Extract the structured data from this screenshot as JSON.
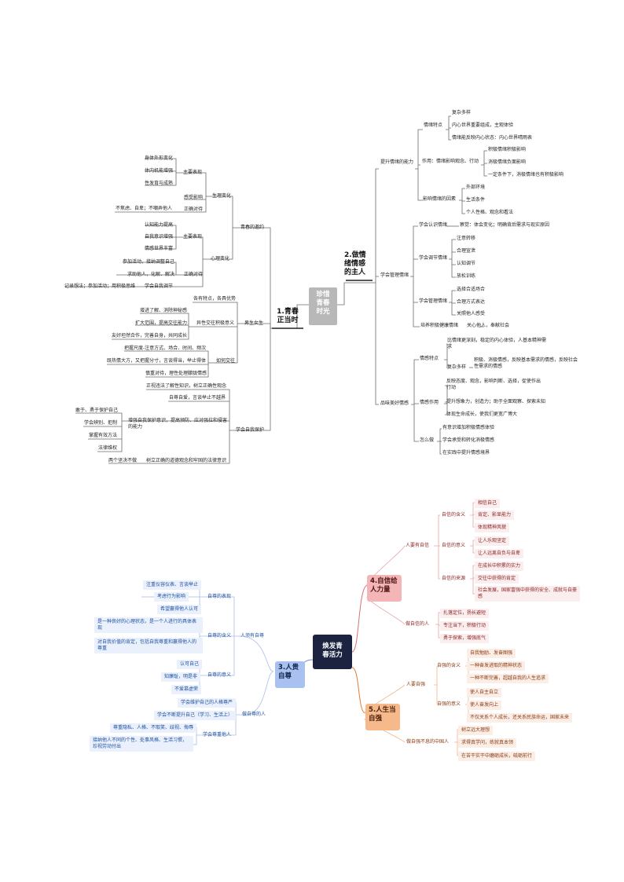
{
  "m1": {
    "center": "珍惜\n青春\n时光",
    "unit1": "1.青春\n正当时",
    "unit2": "2.做情\n绪情感\n的主人",
    "u1": {
      "b1": "青春的邀约",
      "b1a": "生理变化",
      "b1a1": "主要表现",
      "b1a1i": [
        "身体外形变化",
        "体内机能增强",
        "性发育与成熟"
      ],
      "b1a2": "感受影响",
      "b1a3": "正确对待",
      "b1a3i": "不焦虑、自卑；不嘲弄他人",
      "b1b": "心理变化",
      "b1b1": "主要表现",
      "b1b1i": [
        "认知能力提高",
        "自我意识增强",
        "情感世界丰富"
      ],
      "b1b2": "正确对待",
      "b1b2i": [
        "参加活动，接纳调整自己",
        "求助他人，化解、解决"
      ],
      "b1b3": "学会自我调节",
      "b1b3i": "记录想法；参加活动；用积极思维",
      "b2": "男生女生",
      "b2a": "各有特点，各具优势",
      "b2b": "异性交往积极意义",
      "b2bi": [
        "增进了解、消除神秘感",
        "扩大范围，提高交往能力",
        "友好坦然合作，完善自身，共同成长"
      ],
      "b2c": "如何交往",
      "b2ci": [
        "把握尺度-注意方式、场合、时间、频次",
        "既热情大方，又把握分寸，言谈得当，举止得体",
        "慎重对待，理性处理朦胧情感"
      ],
      "b3": "学会自我保护",
      "b3a": "正视违法了解性知识，树立正确性观念",
      "b3b": "自尊自爱，言谈举止不越界",
      "b3c": "增强自我保护意识，提高预防、应对强拉和侵害的能力",
      "b3ci": [
        "敢于、勇于保护自己",
        "学会辨别、拒制",
        "掌握有效方法",
        "法律维权"
      ],
      "b3d": "树立正确的道德观念和牢固的法律意识",
      "b3di": "两个坚决不做"
    },
    "u2": {
      "a": "提升情绪的能力",
      "a1": "情绪特点",
      "a1i": [
        "复杂多样",
        "内心世界重要组成，主观体验",
        "情绪能反映内心状态：内心世界晴雨表"
      ],
      "a2": "作用：情绪影响观念、行动",
      "a2i": [
        "积极情绪积极影响",
        "消极情绪负面影响",
        "一定条件下，消极情绪也有积极影响"
      ],
      "a3": "影响情绪的因素",
      "a3i": [
        "外部环境",
        "生活条件",
        "个人性格、观念和看法"
      ],
      "b": "学会管理情绪",
      "b1": "学会认识情绪",
      "b1i": "察觉：体会变化；明确背后需求与现实原因",
      "b2": "学会调节情绪",
      "b2i": [
        "注意转移",
        "合理宣泄",
        "认知调节",
        "放松训练"
      ],
      "b3": "学会管理情绪",
      "b3i": [
        "选择合适场合",
        "合理方式表达",
        "关照他人感受"
      ],
      "b4": "培养积极健康情绪",
      "b4i": "关心他人，奉献社会",
      "c": "品味美好情感",
      "c1": "情感特点",
      "c1a": "比情绪更深刻，稳定的内心体验，人基本精神需求",
      "c1b": "复杂多样",
      "c1bi": "积极、消极情感，反映基本需求的情感，反映社会性需求的情感",
      "c2": "情感作用",
      "c2i": [
        "反映态度、观念，影响判断、选择，促使作出行动",
        "提升想象力，创造力；助于全面观察、探索未知",
        "体现生命成长，使我们更宽广博大"
      ],
      "c3": "怎么做",
      "c3i": [
        "有意识增加积极情感体验",
        "学会承受和转化消极情感",
        "在实践中提升情感境界"
      ]
    }
  },
  "m2": {
    "center": "焕发青\n春活力",
    "t3": "3.人贵\n自尊",
    "t4": "4.自信给\n人力量",
    "t5": "5.人生当\n自强",
    "u3": {
      "a": "人须有自尊",
      "a1": "自尊的表现",
      "a1i": [
        "注重仪容仪表、言谈举止",
        "考虑行为影响",
        "希望赢得他人认可"
      ],
      "a2": "自尊的含义",
      "a2i": [
        "是一种良好的心理状态，是一个人进行的具体表现",
        "对自我价值的肯定，包括自我尊重和赢得他人的尊重"
      ],
      "a3": "自尊的意义",
      "a3i": [
        "认可自己",
        "知廉耻，明是非",
        "不爱慕虚荣"
      ],
      "b": "做自尊的人",
      "b1": "学会维护自己的人格尊严",
      "b2": "学会不断提升自己（学习、生活上）",
      "b3": "学会尊重他人",
      "b3i": [
        "尊重隐私、人格、不取笑、歧视、侮辱",
        "接纳他人不同的个性、处事风格、生活习惯，珍视劳动付出"
      ]
    },
    "u4": {
      "a": "人要有自信",
      "a1": "自信的含义",
      "a1i": [
        "相信自己",
        "肯定、影显能力",
        "体现精神风貌"
      ],
      "a2": "自信的意义",
      "a2i": [
        "让人乐观坚定",
        "让人远离自负与自卑"
      ],
      "a3": "自信的来源",
      "a3i": [
        "在成长中积累的实力",
        "交往中获得的肯定",
        "社会发展，国家富强中获得的安全、成就与自豪感"
      ],
      "b": "做自信的人",
      "bi": [
        "扎落定位，扬长避短",
        "专注当下，积极行动",
        "勇于探索，增强底气"
      ]
    },
    "u5": {
      "a": "人要自强",
      "a1": "自强的含义",
      "a1i": [
        "自我勉励、发奋图强",
        "一种奋发进取的精神状态",
        "一种不断完善，超越自我的人生追求"
      ],
      "a2": "自强的意义",
      "a2i": [
        "使人自主自立",
        "使人奋发向上",
        "不仅关系个人成长，还关系民族命运，国家未来"
      ],
      "b": "做自强不息的中国人",
      "bi": [
        "树立远大理想",
        "求得真学问，练就真本领",
        "在苦干实干中磨砺成长，砥砺前行"
      ]
    }
  }
}
